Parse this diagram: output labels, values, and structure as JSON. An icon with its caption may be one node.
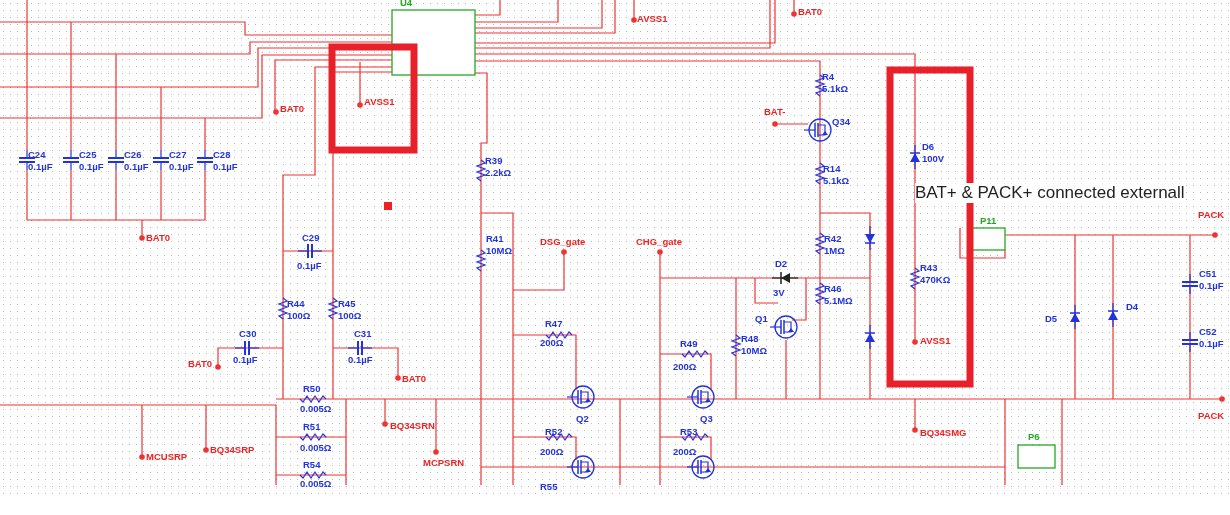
{
  "diagram": {
    "nodes": [
      {
        "text": [],
        "shape": "box"
      },
      {
        "text": [],
        "shape": "box"
      },
      {
        "text": [],
        "shape": "box"
      }
    ],
    "labels": [
      "U4",
      "AVSS1",
      "BAT0",
      "BAT0",
      "AVSS1",
      "R4",
      "5.1kΩ",
      "BAT-",
      "Q34",
      "C24",
      "0.1µF",
      "C25",
      "0.1µF",
      "C26",
      "0.1µF",
      "C27",
      "0.1µF",
      "C28",
      "0.1µF",
      "R39",
      "2.2kΩ",
      "D6",
      "100V",
      "R14",
      "5.1kΩ",
      "BAT+ & PACK+ connected externall",
      "BAT0",
      "C29",
      "0.1µF",
      "R41",
      "10MΩ",
      "DSG_gate",
      "CHG_gate",
      "R42",
      "1MΩ",
      "PACK",
      "P11",
      "D2",
      "3V",
      "R46",
      "5.1MΩ",
      "R43",
      "470KΩ",
      "R44",
      "100Ω",
      "R45",
      "100Ω",
      "Q1",
      "C51",
      "0.1µF",
      "D5",
      "D4",
      "R47",
      "200Ω",
      "R48",
      "10MΩ",
      "AVSS1",
      "C30",
      "0.1µF",
      "C31",
      "0.1µF",
      "C52",
      "0.1µF",
      "R49",
      "200Ω",
      "BAT0",
      "BAT0",
      "R50",
      "0.005Ω",
      "Q2",
      "Q3",
      "PACK",
      "BQ34SRN",
      "R51",
      "0.005Ω",
      "BQ34SMG",
      "P6",
      "R52",
      "200Ω",
      "R53",
      "200Ω",
      "BQ34SRP",
      "MCUSRP",
      "MCPSRN",
      "R54",
      "0.005Ω",
      "R55"
    ]
  }
}
